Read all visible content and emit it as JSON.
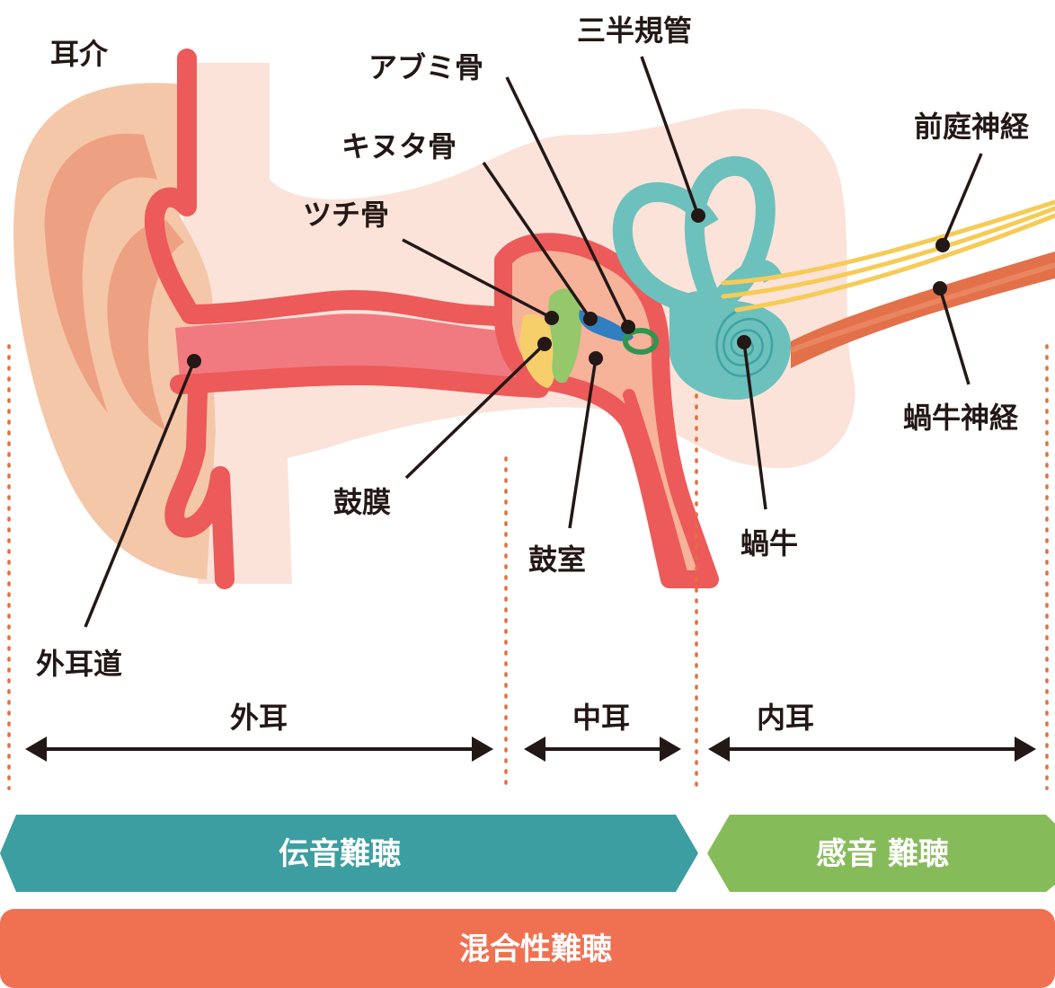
{
  "labels": {
    "auricle": "耳介",
    "semicircular": "三半規管",
    "stapes": "アブミ骨",
    "incus": "キヌタ骨",
    "malleus": "ツチ骨",
    "vestibular_nerve": "前庭神経",
    "cochlear_nerve": "蝸牛神経",
    "eardrum": "鼓膜",
    "tympanic_cavity": "鼓室",
    "cochlea": "蝸牛",
    "ear_canal": "外耳道"
  },
  "sections": {
    "outer": "外耳",
    "middle": "中耳",
    "inner": "内耳"
  },
  "bands": {
    "conductive": "伝音難聴",
    "sensorineural": "感音 難聴",
    "mixed": "混合性難聴"
  },
  "colors": {
    "canal_red": "#ec5a5a",
    "skin_light": "#fbe3da",
    "auricle_peach": "#f4c7a8",
    "auricle_dark": "#eda182",
    "inner_teal": "#6cc1bd",
    "vestibular_yellow": "#f6cb56",
    "cochlear_orange": "#e2714a",
    "conductive_band": "#3c9ea1",
    "sensorineural_band": "#86bb5a",
    "mixed_band": "#f07152",
    "divider": "#e2703f",
    "text": "#231815"
  }
}
